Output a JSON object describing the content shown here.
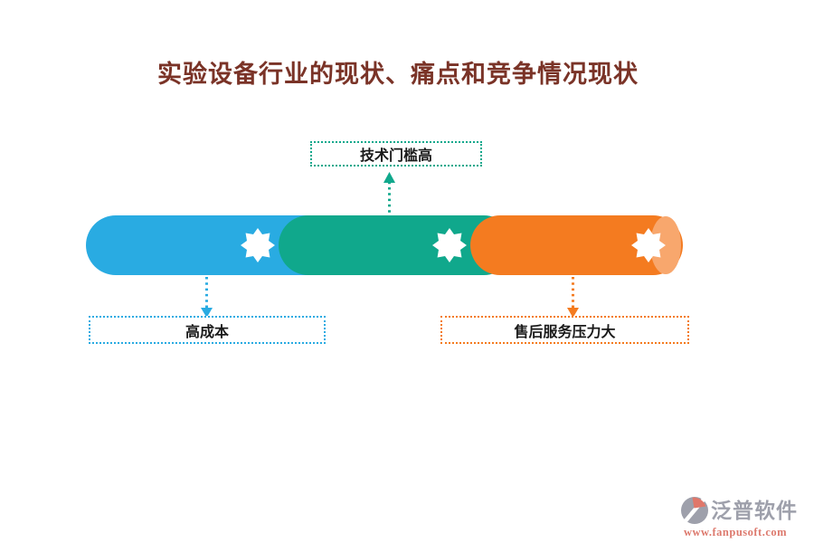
{
  "title": {
    "text": "实验设备行业的现状、痛点和竞争情况现状",
    "color": "#7A3327"
  },
  "bar": {
    "segments": [
      {
        "name": "blue-segment",
        "color": "#29ABE2",
        "icon": "eight-point-star-icon"
      },
      {
        "name": "green-segment",
        "color": "#10A88C",
        "icon": "eight-point-star-icon"
      },
      {
        "name": "orange-segment",
        "color": "#F47B20",
        "icon": "eight-point-star-icon"
      }
    ],
    "end_cap_color": "#F8A76D",
    "star_color": "#FFFFFF"
  },
  "callouts": [
    {
      "label": "技术门槛高",
      "color": "#10A88C",
      "position": "top",
      "target": "green-segment"
    },
    {
      "label": "高成本",
      "color": "#29ABE2",
      "position": "bottom-left",
      "target": "blue-segment"
    },
    {
      "label": "售后服务压力大",
      "color": "#F47B20",
      "position": "bottom-right",
      "target": "orange-segment"
    }
  ],
  "label_text_color": "#1A1A1A",
  "watermark": {
    "brand": "泛普软件",
    "url": "www.fanpusoft.com",
    "brand_color": "#9EA0AB",
    "url_color": "#DD7A6E",
    "logo_gray": "#9EA0AB",
    "logo_red": "#E0776A"
  },
  "background": "#FFFFFF"
}
